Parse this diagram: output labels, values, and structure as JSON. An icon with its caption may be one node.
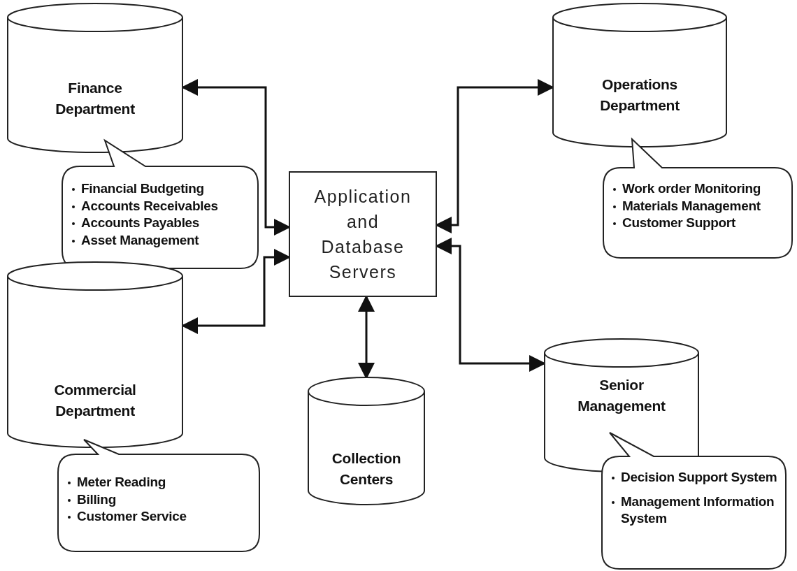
{
  "diagram": {
    "nodes": [
      {
        "text": [
          "Finance Department"
        ]
      },
      {
        "text": [
          "Financial Budgeting",
          "Accounts Receivables",
          "Accounts Payables",
          "Asset Management"
        ]
      },
      {
        "text": [
          "Application and Database Servers"
        ]
      },
      {
        "text": [
          "Operations Department"
        ]
      },
      {
        "text": [
          "Work order Monitoring",
          "Materials Management",
          "Customer Support"
        ]
      },
      {
        "text": [
          "Commercial Department"
        ]
      },
      {
        "text": [
          "Meter Reading",
          "Billing",
          "Customer Service"
        ]
      },
      {
        "text": [
          "Collection Centers"
        ]
      },
      {
        "text": [
          "Senior Management"
        ]
      },
      {
        "text": [
          "Decision Support System",
          "Management Information System"
        ]
      }
    ],
    "edges": [
      {
        "from": 2,
        "to": 0,
        "arrow": "both"
      },
      {
        "from": 2,
        "to": 5,
        "arrow": "both"
      },
      {
        "from": 2,
        "to": 3,
        "arrow": "both"
      },
      {
        "from": 2,
        "to": 8,
        "arrow": "both"
      },
      {
        "from": 2,
        "to": 7,
        "arrow": "both"
      }
    ]
  }
}
